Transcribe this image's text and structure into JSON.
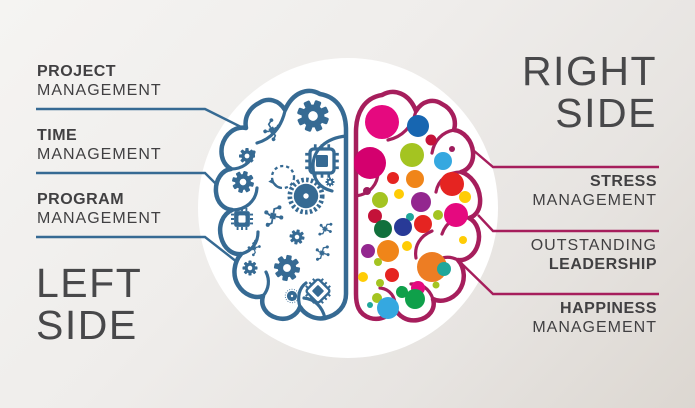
{
  "left_panel": {
    "accent_color": "#366A93",
    "side_title": {
      "line1": "LEFT",
      "line2": "SIDE"
    },
    "labels": [
      {
        "bold": "PROJECT",
        "regular": "MANAGEMENT"
      },
      {
        "bold": "TIME",
        "regular": "MANAGEMENT"
      },
      {
        "bold": "PROGRAM",
        "regular": "MANAGEMENT"
      }
    ]
  },
  "right_panel": {
    "accent_color": "#A61E5C",
    "side_title": {
      "line1": "RIGHT",
      "line2": "SIDE"
    },
    "labels": [
      {
        "bold": "STRESS",
        "regular": "MANAGEMENT",
        "bold_first": true
      },
      {
        "bold": "LEADERSHIP",
        "regular": "OUTSTANDING",
        "bold_first": false
      },
      {
        "bold": "HAPPINESS",
        "regular": "MANAGEMENT",
        "bold_first": true
      }
    ]
  },
  "brain": {
    "left_hemisphere": {
      "theme": "analytical-mechanical",
      "color": "#366A93",
      "icons": [
        "gear-icon",
        "chip-icon",
        "circuit-trace-icon",
        "refresh-arrow-icon",
        "spiked-wheel-icon",
        "diamond-chip-icon",
        "wheel-dot-icon"
      ]
    },
    "right_hemisphere": {
      "theme": "creative-color-dots",
      "color": "#A61E5C",
      "dot_palette": [
        "#E5097F",
        "#D4006E",
        "#C41239",
        "#E52421",
        "#F08519",
        "#ED7D23",
        "#A4C421",
        "#0FA04A",
        "#11703C",
        "#1FA79B",
        "#35A8E0",
        "#1766B1",
        "#283A97",
        "#93278F",
        "#FFCC05",
        "#9E1C5C"
      ]
    }
  },
  "text_color": "#414042",
  "background": {
    "from": "#F5F4F2",
    "to": "#DCD7D1"
  }
}
